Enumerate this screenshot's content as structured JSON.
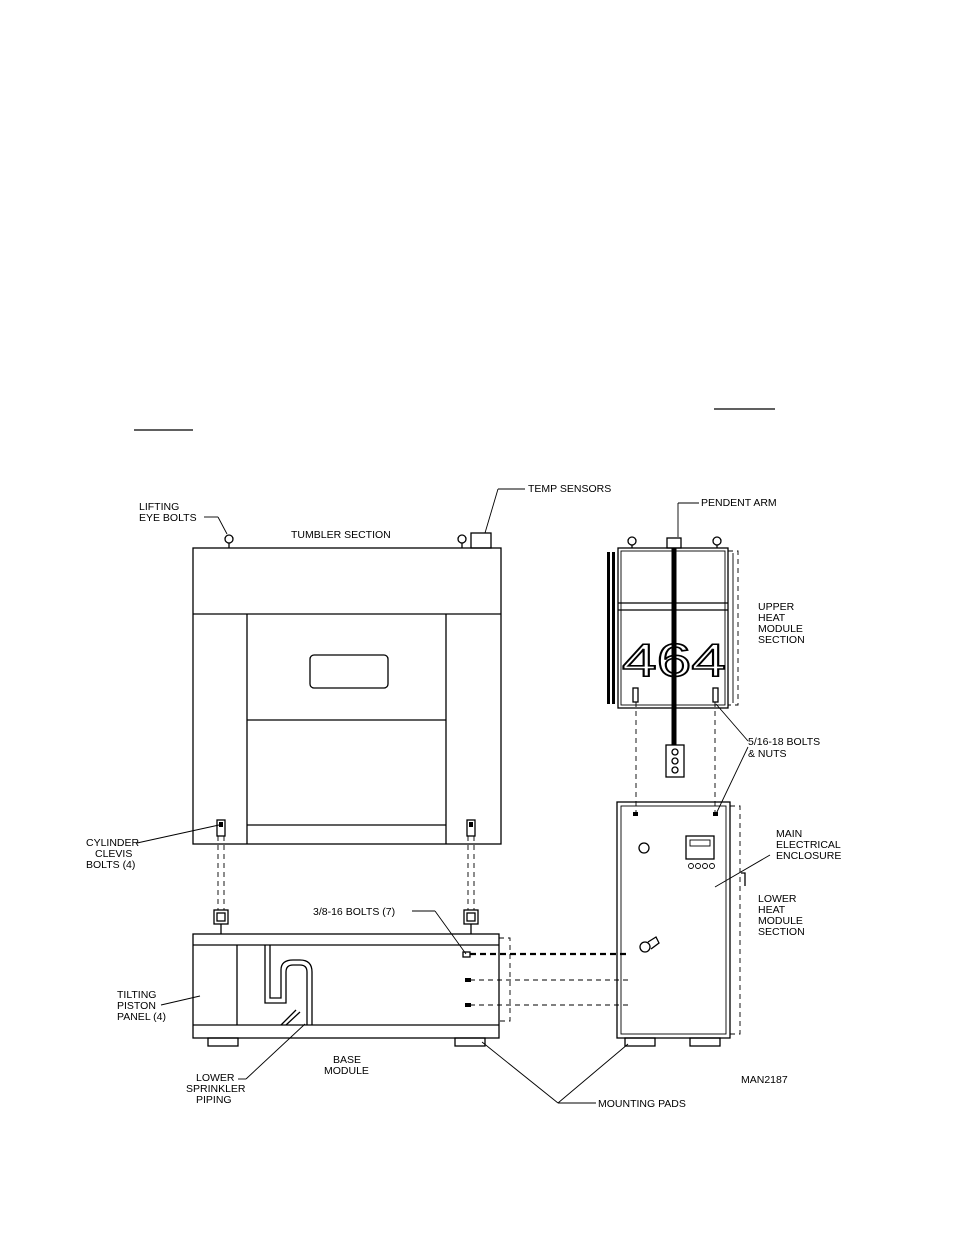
{
  "figure_id": "MAN2187",
  "labels": {
    "lifting_eye_bolts": [
      "LIFTING",
      "EYE BOLTS"
    ],
    "tumbler_section": "TUMBLER SECTION",
    "temp_sensors": "TEMP SENSORS",
    "pendent_arm": "PENDENT ARM",
    "upper_heat_module": [
      "UPPER",
      "HEAT",
      "MODULE",
      "SECTION"
    ],
    "model_number": "464",
    "bolts_5_16": [
      "5/16-18 BOLTS",
      "& NUTS"
    ],
    "cylinder_clevis": [
      "CYLINDER",
      "CLEVIS",
      "BOLTS (4)"
    ],
    "main_electrical": [
      "MAIN",
      "ELECTRICAL",
      "ENCLOSURE"
    ],
    "lower_heat_module": [
      "LOWER",
      "HEAT",
      "MODULE",
      "SECTION"
    ],
    "bolts_3_8": "3/8-16 BOLTS (7)",
    "tilting_piston": [
      "TILTING",
      "PISTON",
      "PANEL (4)"
    ],
    "base_module": [
      "BASE",
      "MODULE"
    ],
    "lower_sprinkler": [
      "LOWER",
      "SPRINKLER",
      "PIPING"
    ],
    "mounting_pads": "MOUNTING PADS"
  }
}
